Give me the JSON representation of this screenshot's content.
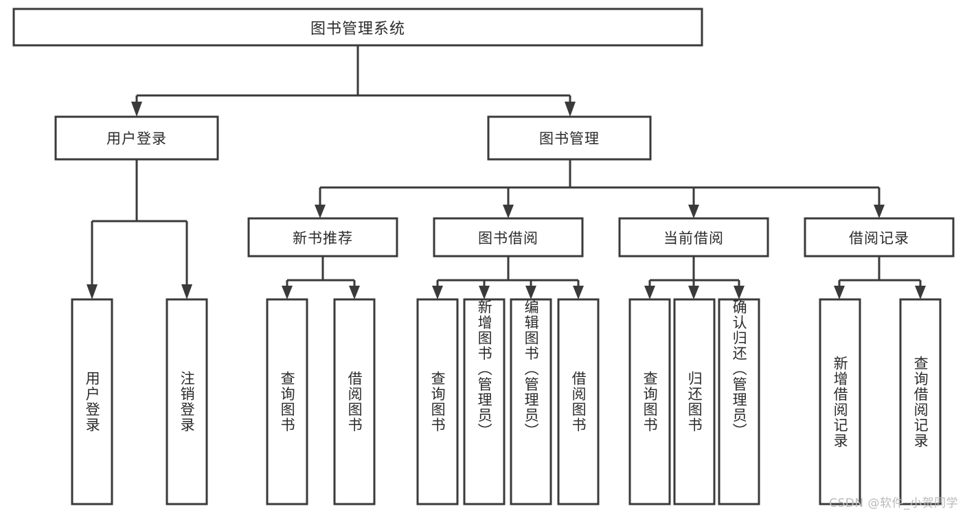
{
  "diagram": {
    "type": "tree-hierarchy",
    "title": "图书管理系统",
    "watermark": "CSDN @软件_小贺同学",
    "nodes": {
      "root": {
        "label": "图书管理系统",
        "level": 0
      },
      "user_login": {
        "label": "用户登录",
        "level": 1
      },
      "book_manage": {
        "label": "图书管理",
        "level": 1
      },
      "new_book_rec": {
        "label": "新书推荐",
        "level": 2
      },
      "book_borrow": {
        "label": "图书借阅",
        "level": 2
      },
      "current_borrow": {
        "label": "当前借阅",
        "level": 2
      },
      "borrow_record": {
        "label": "借阅记录",
        "level": 2
      },
      "leaf_user_login": {
        "label": "用户登录",
        "level": 3
      },
      "leaf_logout": {
        "label": "注销登录",
        "level": 3
      },
      "leaf_query_book_1": {
        "label": "查询图书",
        "level": 3
      },
      "leaf_borrow_book_1": {
        "label": "借阅图书",
        "level": 3
      },
      "leaf_query_book_2": {
        "label": "查询图书",
        "level": 3
      },
      "leaf_add_book": {
        "label": "新增图书（管理员）",
        "level": 3
      },
      "leaf_edit_book": {
        "label": "编辑图书（管理员）",
        "level": 3
      },
      "leaf_borrow_book_2": {
        "label": "借阅图书",
        "level": 3
      },
      "leaf_query_book_3": {
        "label": "查询图书",
        "level": 3
      },
      "leaf_return_book": {
        "label": "归还图书",
        "level": 3
      },
      "leaf_confirm_return": {
        "label": "确认归还（管理员）",
        "level": 3
      },
      "leaf_add_record": {
        "label": "新增借阅记录",
        "level": 3
      },
      "leaf_query_record": {
        "label": "查询借阅记录",
        "level": 3
      }
    },
    "edges": [
      {
        "from": "root",
        "to": "user_login"
      },
      {
        "from": "root",
        "to": "book_manage"
      },
      {
        "from": "user_login",
        "to": "leaf_user_login"
      },
      {
        "from": "user_login",
        "to": "leaf_logout"
      },
      {
        "from": "book_manage",
        "to": "new_book_rec"
      },
      {
        "from": "book_manage",
        "to": "book_borrow"
      },
      {
        "from": "book_manage",
        "to": "current_borrow"
      },
      {
        "from": "book_manage",
        "to": "borrow_record"
      },
      {
        "from": "new_book_rec",
        "to": "leaf_query_book_1"
      },
      {
        "from": "new_book_rec",
        "to": "leaf_borrow_book_1"
      },
      {
        "from": "book_borrow",
        "to": "leaf_query_book_2"
      },
      {
        "from": "book_borrow",
        "to": "leaf_add_book"
      },
      {
        "from": "book_borrow",
        "to": "leaf_edit_book"
      },
      {
        "from": "book_borrow",
        "to": "leaf_borrow_book_2"
      },
      {
        "from": "current_borrow",
        "to": "leaf_query_book_3"
      },
      {
        "from": "current_borrow",
        "to": "leaf_return_book"
      },
      {
        "from": "current_borrow",
        "to": "leaf_confirm_return"
      },
      {
        "from": "borrow_record",
        "to": "leaf_add_record"
      },
      {
        "from": "borrow_record",
        "to": "leaf_query_record"
      }
    ],
    "colors": {
      "stroke": "#3a3a3a",
      "fill": "#ffffff",
      "text": "#2b2b2b",
      "watermark": "#b9b9b9"
    }
  }
}
